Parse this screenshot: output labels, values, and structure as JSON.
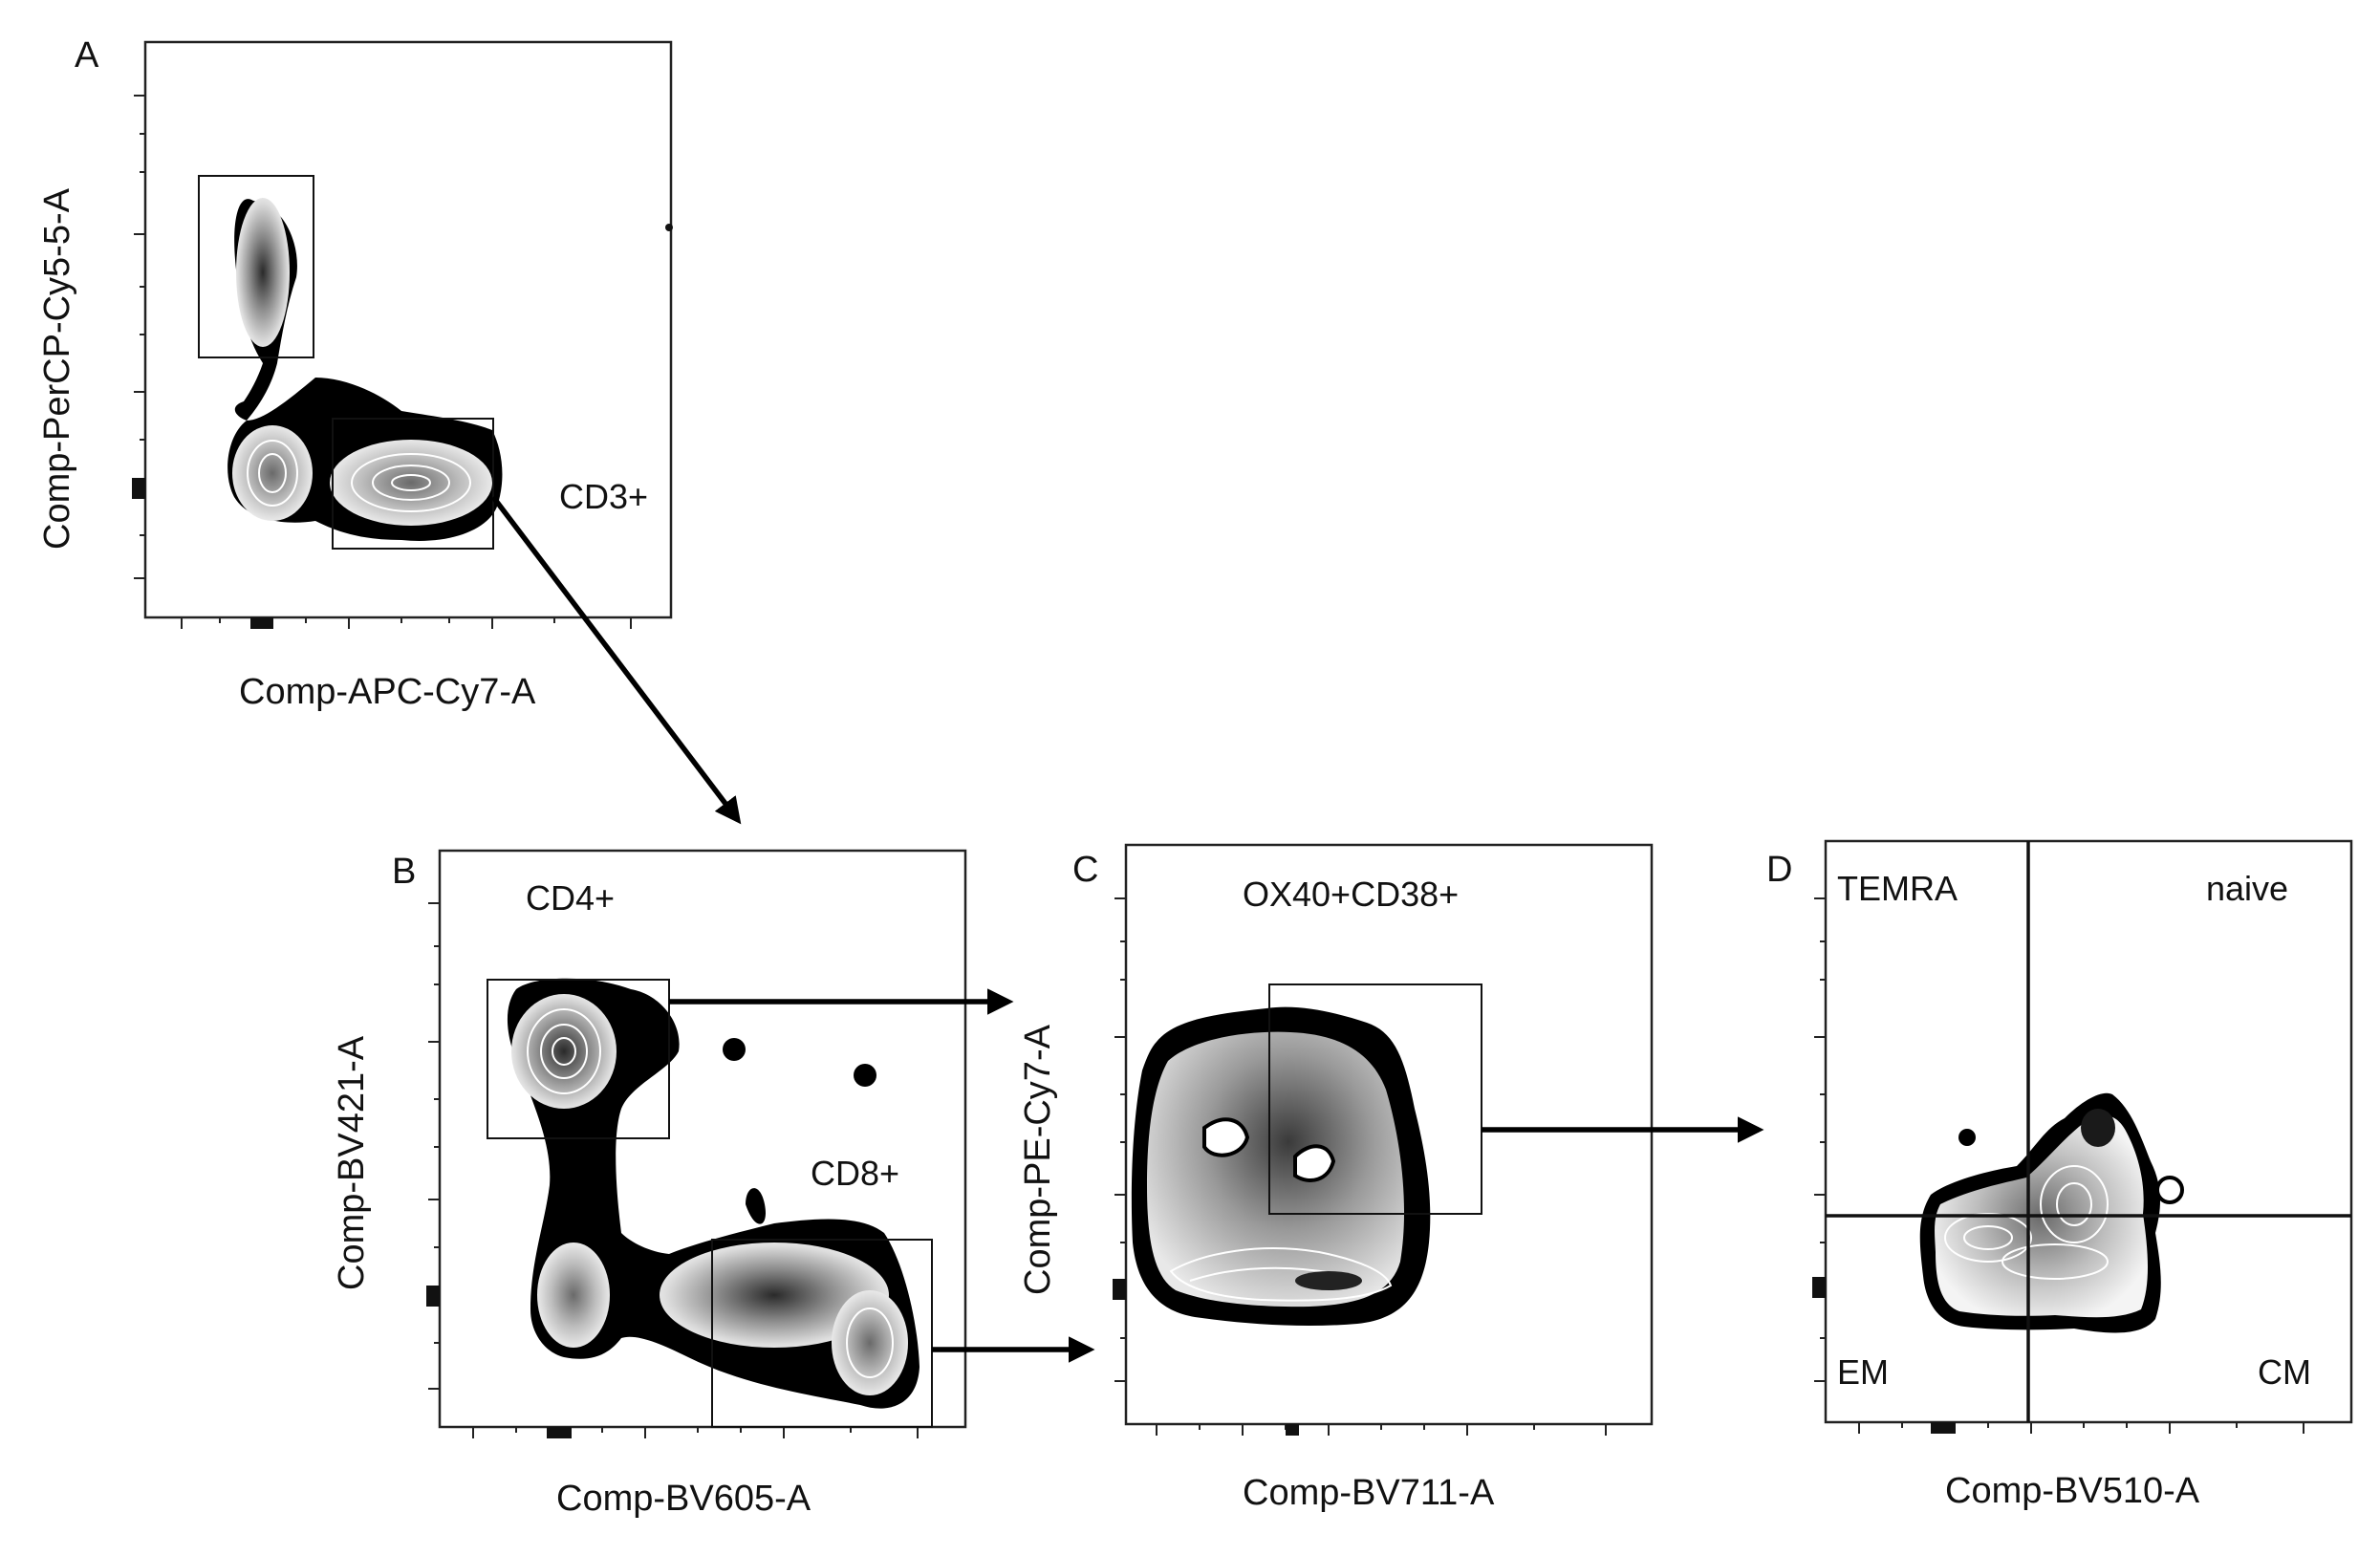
{
  "figure": {
    "panels": [
      {
        "letter": "A",
        "x_label": "Comp-APC-Cy7-A",
        "y_label": "Comp-PerCP-Cy5-5-A",
        "gates": [
          "CD3+"
        ]
      },
      {
        "letter": "B",
        "x_label": "Comp-BV605-A",
        "y_label": "Comp-BV421-A",
        "gates": [
          "CD4+",
          "CD8+"
        ]
      },
      {
        "letter": "C",
        "x_label": "Comp-BV711-A",
        "y_label": "Comp-PE-Cy7-A",
        "gates": [
          "OX40+CD38+"
        ]
      },
      {
        "letter": "D",
        "x_label": "Comp-BV510-A",
        "y_label": "",
        "quadrants": {
          "top_left": "TEMRA",
          "top_right": "naive",
          "bottom_left": "EM",
          "bottom_right": "CM"
        }
      }
    ],
    "arrows": [
      {
        "from": "A.CD3+",
        "to": "B"
      },
      {
        "from": "B.CD4+",
        "to": "C"
      },
      {
        "from": "B.CD8+",
        "to": "C"
      },
      {
        "from": "C.OX40+CD38+",
        "to": "D"
      }
    ]
  }
}
